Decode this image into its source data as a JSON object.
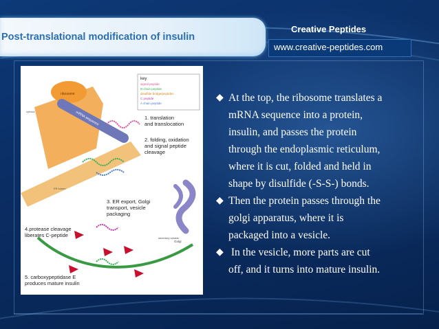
{
  "header": {
    "title": "Post-translational modification of insulin",
    "brand_name": "Creative Peptides",
    "brand_url": "www.creative-peptides.com"
  },
  "figure": {
    "key_title": "key",
    "key_items": [
      {
        "label": "signal peptide",
        "color": "#e0559a"
      },
      {
        "label": "B chain peptide",
        "color": "#3fae5a"
      },
      {
        "label": "disulfide bridge/peptides",
        "color": "#d48a1a"
      },
      {
        "label": "C peptide",
        "color": "#c33ab0"
      },
      {
        "label": "A chain peptide",
        "color": "#4a7ed0"
      }
    ],
    "ribosome_label": "ribosome",
    "mrna_label": "mRNA sequence",
    "cytosol_label": "cytosol",
    "er_lumen_label": "ER lumen",
    "golgi_label": "Golgi",
    "vesicle_label": "secretory vesicle",
    "step1_line1": "1. translation",
    "step1_line2": "and translocation",
    "step2_line1": "2. folding, oxidation",
    "step2_line2": "and signal peptide",
    "step2_line3": "cleavage",
    "step3_line1": "3. ER export, Golgi",
    "step3_line2": "transport, vesicle",
    "step3_line3": "packaging",
    "step4_line1": "4.protease cleavage",
    "step4_line2": "liberates C-peptide",
    "step5_line1": "5. carboxypeptidase E",
    "step5_line2": "produces mature insulin"
  },
  "bullets": [
    {
      "icon": "diamond-icon",
      "lines": [
        "At the top, the ribosome translates a",
        "mRNA sequence into a protein,",
        "insulin, and passes the protein",
        "through the endoplasmic reticulum,",
        "where it is cut, folded and held in",
        "shape by disulfide (-S-S-) bonds."
      ]
    },
    {
      "icon": "diamond-icon",
      "lines": [
        "Then the protein passes through the",
        "golgi apparatus, where it is",
        "packaged into a vesicle."
      ]
    },
    {
      "icon": "diamond-icon",
      "lines": [
        " In the vesicle, more parts are cut",
        "off, and it turns into mature insulin."
      ]
    }
  ],
  "colors": {
    "background": "#0a2a5c",
    "title_text": "#2a6fb4",
    "banner": "#eef5fb"
  }
}
